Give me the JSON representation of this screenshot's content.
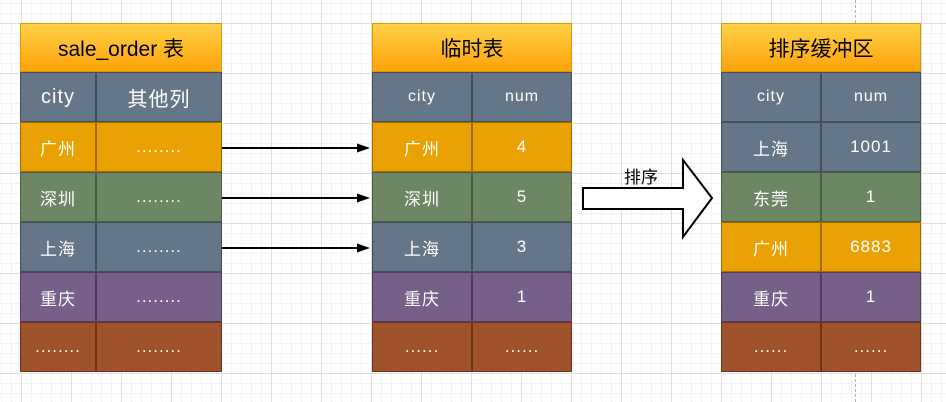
{
  "diagram": {
    "sort_arrow_label": "排序"
  },
  "tables": [
    {
      "title": "sale_order 表",
      "columns": [
        "city",
        "其他列"
      ],
      "rows": [
        [
          "广州",
          "........"
        ],
        [
          "深圳",
          "........"
        ],
        [
          "上海",
          "........"
        ],
        [
          "重庆",
          "........"
        ],
        [
          "........",
          "........"
        ]
      ]
    },
    {
      "title": "临时表",
      "columns": [
        "city",
        "num"
      ],
      "rows": [
        [
          "广州",
          "4"
        ],
        [
          "深圳",
          "5"
        ],
        [
          "上海",
          "3"
        ],
        [
          "重庆",
          "1"
        ],
        [
          "......",
          "......"
        ]
      ]
    },
    {
      "title": "排序缓冲区",
      "columns": [
        "city",
        "num"
      ],
      "rows": [
        [
          "上海",
          "1001"
        ],
        [
          "东莞",
          "1"
        ],
        [
          "广州",
          "6883"
        ],
        [
          "重庆",
          "1"
        ],
        [
          "......",
          "......"
        ]
      ]
    }
  ],
  "palette": {
    "title_gradient_top": "#ffd147",
    "title_gradient_bottom": "#ffa30a",
    "title_border": "#d79b00",
    "row_header_slate": "#647687",
    "row_orange": "#e9a104",
    "row_green": "#6d8764",
    "row_slate": "#647687",
    "row_purple": "#76608a",
    "row_brown": "#a0522d",
    "arrow_stroke": "#000000",
    "block_arrow_fill": "#ffffff",
    "grid_minor": "#f3f3f3",
    "grid_major": "#dedede",
    "page_break_dash": "#b0b0b0"
  }
}
